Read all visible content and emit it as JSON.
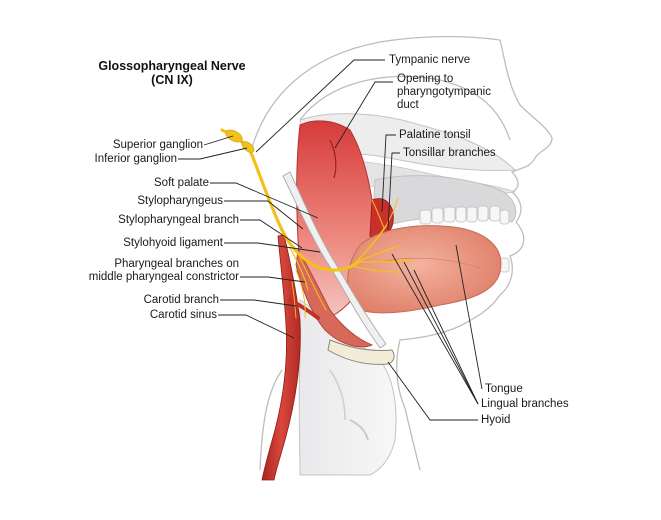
{
  "title": {
    "line1": "Glossopharyngeal Nerve",
    "line2": "(CN IX)"
  },
  "labels_left": {
    "superior_ganglion": "Superior ganglion",
    "inferior_ganglion": "Inferior ganglion",
    "soft_palate": "Soft palate",
    "stylopharyngeus": "Stylopharyngeus",
    "stylopharyngeal_branch": "Stylopharyngeal branch",
    "stylohyoid_ligament": "Stylohyoid ligament",
    "pharyngeal_branches_1": "Pharyngeal branches on",
    "pharyngeal_branches_2": "middle pharyngeal constrictor",
    "carotid_branch": "Carotid branch",
    "carotid_sinus": "Carotid sinus"
  },
  "labels_right": {
    "tympanic_nerve": "Tympanic nerve",
    "opening_1": "Opening to",
    "opening_2": "pharyngotympanic",
    "opening_3": "duct",
    "palatine_tonsil": "Palatine tonsil",
    "tonsillar_branches": "Tonsillar branches",
    "tongue": "Tongue",
    "lingual_branches": "Lingual branches",
    "hyoid": "Hyoid"
  },
  "colors": {
    "nerve": "#f2c21a",
    "artery": "#c8322e",
    "muscle": "#e27a6a",
    "tongue": "#ea9a84",
    "outline": "#b9b9b9",
    "leader": "#222222"
  }
}
